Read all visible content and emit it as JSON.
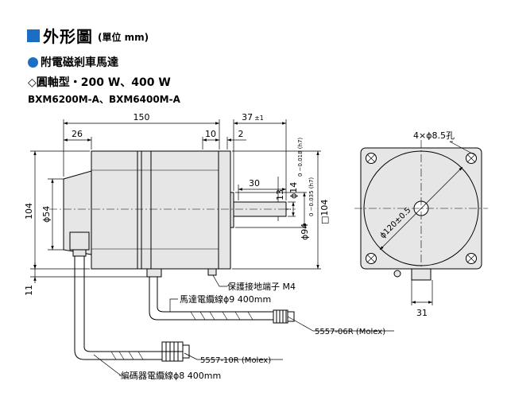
{
  "header": {
    "title": "外形圖",
    "unit": "(單位 mm)",
    "section": "附電磁剎車馬達",
    "shaft_type": "◇圓軸型・200 W、400 W",
    "models": "BXM6200M-A、BXM6400M-A"
  },
  "dims": {
    "d150": "150",
    "d26": "26",
    "d10": "10",
    "d2": "2",
    "d37": "37",
    "d37_tol": "±1",
    "d30": "30",
    "d13": "13",
    "d104_left": "104",
    "phi54": "ϕ54",
    "phi14": "ϕ14",
    "phi14_tol": "0 −0.018 (h7)",
    "phi94": "ϕ94",
    "phi94_tol": "0 −0.035 (h7)",
    "sq104": "□104",
    "d11": "11",
    "holes": "4×ϕ8.5孔",
    "phi120": "ϕ120±0.5",
    "d31": "31"
  },
  "labels": {
    "ground": "保護接地端子 M4",
    "motor_cable": "馬達電纜線ϕ9 400mm",
    "motor_conn": "5557-06R (Molex)",
    "enc_conn": "5557-10R (Molex)",
    "enc_cable": "編碼器電纜線ϕ8 400mm"
  },
  "colors": {
    "accent": "#1a6fc4",
    "body": "#e6e6e6",
    "line": "#000000"
  }
}
